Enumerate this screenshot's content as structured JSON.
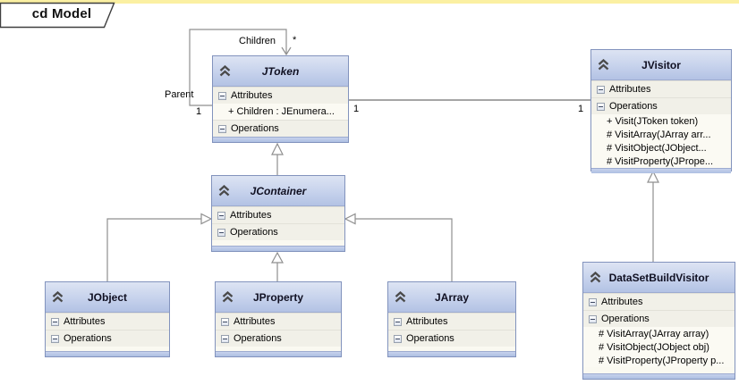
{
  "frame": {
    "label": "cd Model"
  },
  "sections": {
    "attributes": "Attributes",
    "operations": "Operations"
  },
  "classes": {
    "jtoken": {
      "name": "JToken",
      "abstract": true,
      "attributes": [
        "+ Children : JEnumera..."
      ],
      "operations": []
    },
    "jvisitor": {
      "name": "JVisitor",
      "abstract": false,
      "attributes": [],
      "operations": [
        "+ Visit(JToken token)",
        "# VisitArray(JArray arr...",
        "# VisitObject(JObject...",
        "# VisitProperty(JPrope..."
      ]
    },
    "jcontainer": {
      "name": "JContainer",
      "abstract": true,
      "attributes": [],
      "operations": []
    },
    "jobject": {
      "name": "JObject",
      "abstract": false,
      "attributes": [],
      "operations": []
    },
    "jproperty": {
      "name": "JProperty",
      "abstract": false,
      "attributes": [],
      "operations": []
    },
    "jarray": {
      "name": "JArray",
      "abstract": false,
      "attributes": [],
      "operations": []
    },
    "datasetbuildvisitor": {
      "name": "DataSetBuildVisitor",
      "abstract": false,
      "attributes": [],
      "operations": [
        "# VisitArray(JArray array)",
        "# VisitObject(JObject obj)",
        "# VisitProperty(JProperty p..."
      ]
    }
  },
  "connector_labels": {
    "children": "Children",
    "children_multiplicity": "*",
    "parent": "Parent",
    "parent_multiplicity": "1",
    "token_end_multiplicity": "1",
    "visitor_end_multiplicity": "1"
  },
  "colors": {
    "frame_top_strip": "#fbf0a2",
    "class_header": "#c6d2ec",
    "class_body": "#faf9f1",
    "class_border": "#8293bd",
    "connector_line": "#8f8f8f"
  }
}
